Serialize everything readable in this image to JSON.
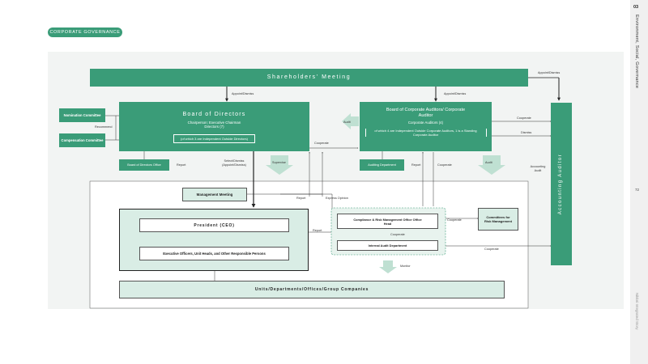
{
  "section_tag": "CORPORATE GOVERNANCE",
  "sidebar": {
    "number": "03",
    "title": "Environment, Social, Governance",
    "page": "72",
    "footer": "Nikkei Integrated Story"
  },
  "diagram": {
    "shareholders": "Shareholders' Meeting",
    "board": {
      "title": "Board of Directors",
      "chair": "Chairperson: Executive Chairman",
      "count": "Directors (7)",
      "note": "(of which 3 are Independent Outside Directors)"
    },
    "auditors": {
      "title": "Board of Corporate Auditors/ Corporate Auditor",
      "count": "Corporate Auditors (4)",
      "note": "of which 4 are Independent Outside Corporate Auditors, 1 is a Standing Corporate Auditor"
    },
    "nomination": "Nomination Committee",
    "compensation": "Compensation Committee",
    "board_office": "Board of Directors Office",
    "auditing_dept": "Auditing Department",
    "management_meeting": "Management Meeting",
    "president": "President (CEO)",
    "executives": "Executive Officers, Unit Heads, and Other Responsible Persons",
    "compliance": "Compliance & Risk Management Office Office Head",
    "internal_audit": "Internal Audit Department",
    "committees": "Committees for Risk Management",
    "units": "Units/Departments/Offices/Group Companies",
    "accounting_auditor": "Accounting Auditor",
    "labels": {
      "appoint_top_right": "Appoint/Dismiss",
      "appoint_board": "Appoint/Dismiss",
      "appoint_auditors": "Appoint/Dismiss",
      "recommend": "Recommend",
      "audit_left": "Audit",
      "cooperate_mid": "Cooperate",
      "cooperate_right": "Cooperate",
      "dismiss_right": "Dismiss",
      "report_board": "Report",
      "select_dismiss": "Select/Dismiss (Appoint/Dismiss)",
      "supervise": "Supervise",
      "report_auditing": "Report",
      "cooperate_auditing": "Cooperate",
      "audit_right": "Audit",
      "accounting_audit": "Accounting Audit",
      "report_mm": "Report",
      "express_opinion": "Express Opinion",
      "cooperate_committees": "Cooperate",
      "report_president": "Report",
      "cooperate_internal": "Cooperate",
      "cooperate_bottom": "Cooperate",
      "monitor": "Monitor"
    }
  }
}
